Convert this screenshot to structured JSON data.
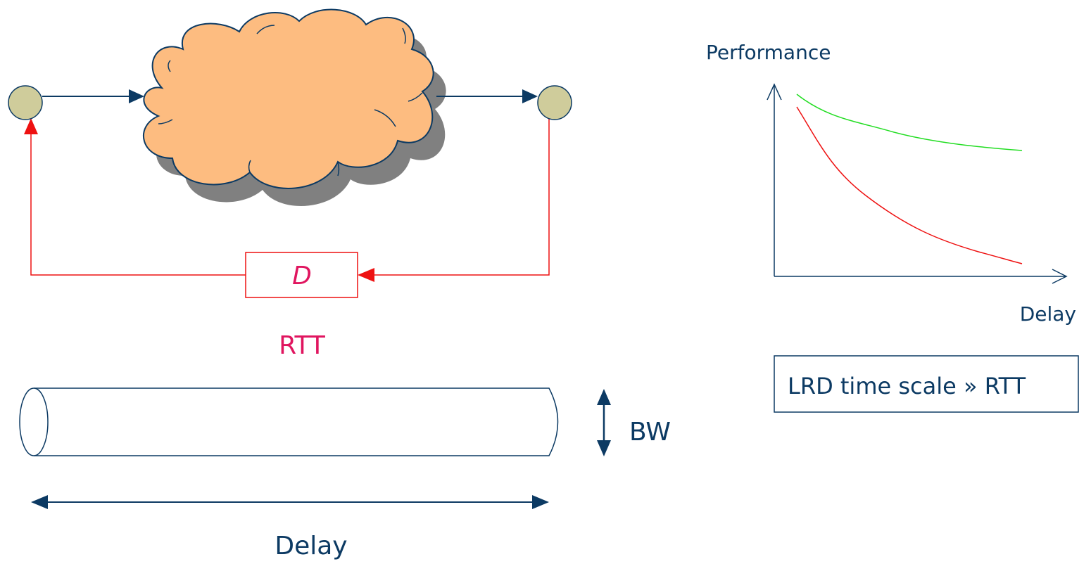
{
  "feedback_loop": {
    "delay_block_label": "D",
    "rtt_label": "RTT"
  },
  "link": {
    "bandwidth_label": "BW",
    "delay_label": "Delay"
  },
  "performance_plot": {
    "y_axis_label": "Performance",
    "x_axis_label": "Delay",
    "series_colors": [
      "#22dd22",
      "#ee1111"
    ]
  },
  "note": {
    "text": "LRD time scale » RTT"
  },
  "colors": {
    "navy": "#0c3a63",
    "red": "#ee1111",
    "rtt_magenta": "#e0155f",
    "cloud_fill": "#fdbc80",
    "cloud_shadow": "#808080",
    "node_fill": "#cfcc9b"
  }
}
